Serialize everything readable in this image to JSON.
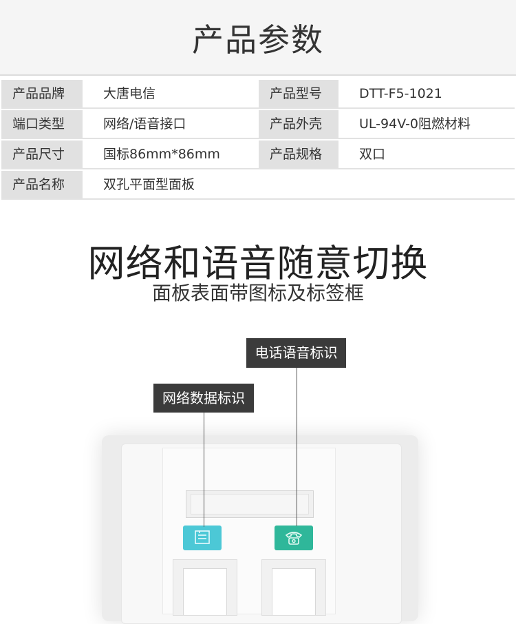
{
  "header": {
    "title": "产品参数"
  },
  "specs": [
    {
      "label1": "产品品牌",
      "value1": "大唐电信",
      "label2": "产品型号",
      "value2": "DTT-F5-1021"
    },
    {
      "label1": "端口类型",
      "value1": "网络/语音接口",
      "label2": "产品外壳",
      "value2": "UL-94V-0阻燃材料"
    },
    {
      "label1": "产品尺寸",
      "value1": "国标86mm*86mm",
      "label2": "产品规格",
      "value2": "双口"
    },
    {
      "label1": "产品名称",
      "value1": "双孔平面型面板"
    }
  ],
  "feature": {
    "title": "网络和语音随意切换",
    "subtitle": "面板表面带图标及标签框"
  },
  "callouts": {
    "data": "网络数据标识",
    "phone": "电话语音标识"
  },
  "colors": {
    "data_tag": "#4cc8d6",
    "phone_tag": "#2fb79a",
    "callout_bg": "#3b3b3b"
  }
}
